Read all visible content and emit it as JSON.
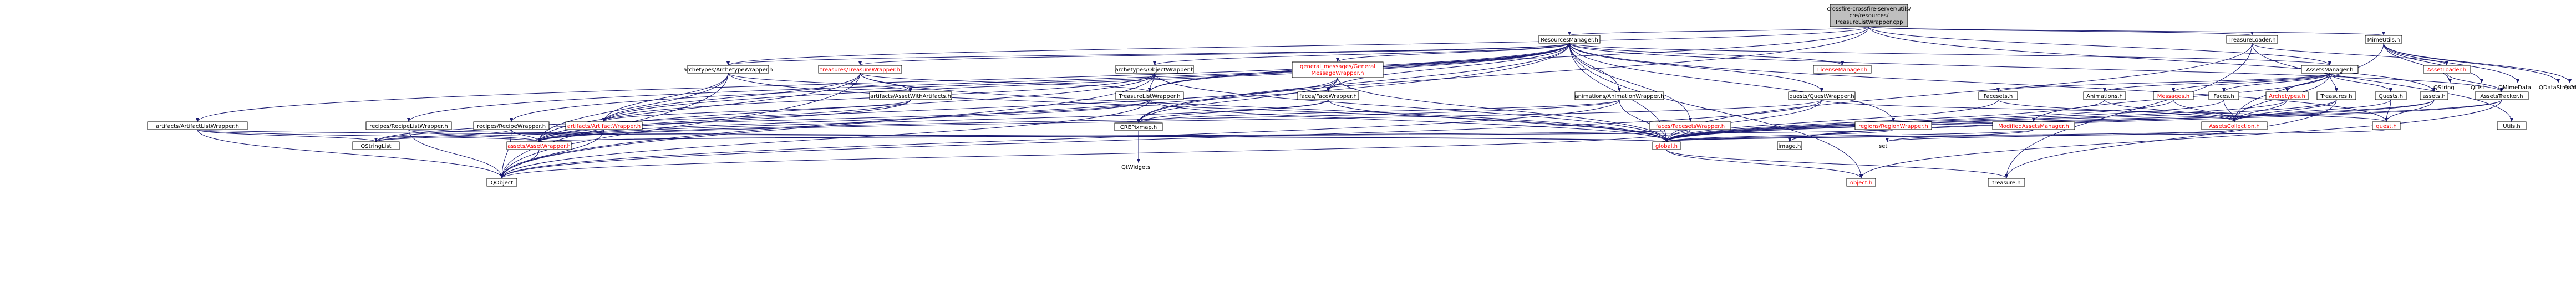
{
  "nodes": {
    "root": "crossfire-crossfire-server/utils/cre/resources/TreasureListWrapper.cpp",
    "resources_manager": "ResourcesManager.h",
    "treasure_loader": "TreasureLoader.h",
    "mime_utils": "MimeUtils.h",
    "archetype_wrapper": "archetypes/ArchetypeWrapper.h",
    "treasures_wrapper": "treasures/TreasureWrapper.h",
    "object_wrapper": "archetypes/ObjectWrapper.h",
    "general_messages_wrapper": "general_messages/General MessageWrapper.h",
    "license_manager": "LicenseManager.h",
    "assets_manager": "AssetsManager.h",
    "asset_loader": "AssetLoader.h",
    "qstring": "QString",
    "qlist": "QList",
    "qmimedata": "QMimeData",
    "qdatastream": "QDataStream",
    "qiodevice": "QIODevice",
    "artifacts_with_artifacts": "artifacts/AssetWithArtifacts.h",
    "treasure_list_wrapper": "TreasureListWrapper.h",
    "faces_face_wrapper": "faces/FaceWrapper.h",
    "animations_wrapper": "animations/AnimationWrapper.h",
    "quests_quest_wrapper": "quests/QuestWrapper.h",
    "facesets": "Facesets.h",
    "animations": "Animations.h",
    "messages": "Messages.h",
    "faces": "Faces.h",
    "archetypes": "Archetypes.h",
    "treasures": "Treasures.h",
    "quests": "Quests.h",
    "assets": "assets.h",
    "assets_tracker": "AssetsTracker.h",
    "artifact_list_wrapper": "artifacts/ArtifactListWrapper.h",
    "recipe_list_wrapper": "recipes/RecipeListWrapper.h",
    "recipe_wrapper": "recipes/RecipeWrapper.h",
    "artifact_wrapper": "artifacts/ArtifactWrapper.h",
    "faceset_wrapper": "faces/FacesetsWrapper.h",
    "regions_wrapper": "regions/RegionWrapper.h",
    "cre_pixmap": "CREPixmap.h",
    "modified_assets_manager": "ModifiedAssetsManager.h",
    "assets_collection": "AssetsCollection.h",
    "quest": "quest.h",
    "utils": "Utils.h",
    "qstringlist": "QStringList",
    "asset_wrapper": "assets/AssetWrapper.h",
    "qwidgets": "QtWidgets",
    "global": "global.h",
    "image": "image.h",
    "set": "set",
    "qobject": "QObject",
    "object": "object.h",
    "treasure": "treasure.h"
  },
  "colors": {
    "edge": "#191970",
    "root_fill": "#bfbfbf",
    "node_fill": "#ffffff",
    "red_label": "#ff0000"
  }
}
